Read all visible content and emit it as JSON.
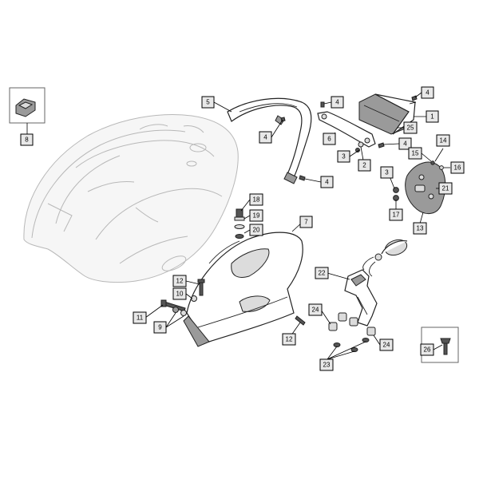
{
  "labels": {
    "c1": "1",
    "c2": "2",
    "c3a": "3",
    "c3b": "3",
    "c4a": "4",
    "c4b": "4",
    "c4c": "4",
    "c4d": "4",
    "c4e": "4",
    "c5": "5",
    "c6": "6",
    "c7": "7",
    "c8": "8",
    "c9": "9",
    "c10": "10",
    "c11": "11",
    "c12a": "12",
    "c12b": "12",
    "c13": "13",
    "c14": "14",
    "c15": "15",
    "c16": "16",
    "c17": "17",
    "c18": "18",
    "c19": "19",
    "c20": "20",
    "c21": "21",
    "c22": "22",
    "c23": "23",
    "c24a": "24",
    "c24b": "24",
    "c25": "25",
    "c26": "26"
  }
}
